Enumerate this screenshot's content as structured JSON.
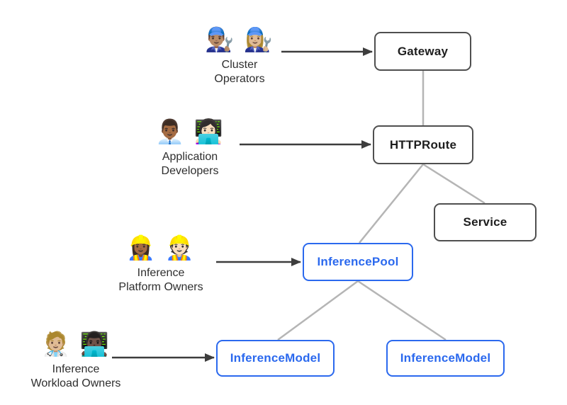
{
  "personas": [
    {
      "id": "cluster-operators",
      "emojis": "👨🏽‍🔧 👩🏼‍🔧",
      "label": "Cluster\nOperators"
    },
    {
      "id": "application-developers",
      "emojis": "👨🏾‍💼 👩🏻‍💻",
      "label": "Application\nDevelopers"
    },
    {
      "id": "inference-platform-owners",
      "emojis": "👷🏾‍♀️ 👷🏻",
      "label": "Inference\nPlatform Owners"
    },
    {
      "id": "inference-workload-owners",
      "emojis": "🧑🏼‍⚕️ 👨🏿‍💻",
      "label": "Inference\nWorkload Owners"
    }
  ],
  "nodes": [
    {
      "id": "gateway",
      "label": "Gateway",
      "style": "standard"
    },
    {
      "id": "httproute",
      "label": "HTTPRoute",
      "style": "standard"
    },
    {
      "id": "service",
      "label": "Service",
      "style": "standard"
    },
    {
      "id": "inferencepool",
      "label": "InferencePool",
      "style": "blue"
    },
    {
      "id": "inferencemodel-left",
      "label": "InferenceModel",
      "style": "blue"
    },
    {
      "id": "inferencemodel-right",
      "label": "InferenceModel",
      "style": "blue"
    }
  ],
  "edges": [
    {
      "from": "gateway",
      "to": "httproute"
    },
    {
      "from": "httproute",
      "to": "service"
    },
    {
      "from": "httproute",
      "to": "inferencepool"
    },
    {
      "from": "inferencepool",
      "to": "inferencemodel-left"
    },
    {
      "from": "inferencepool",
      "to": "inferencemodel-right"
    }
  ],
  "persona_arrows": [
    {
      "from": "cluster-operators",
      "to": "gateway"
    },
    {
      "from": "application-developers",
      "to": "httproute"
    },
    {
      "from": "inference-platform-owners",
      "to": "inferencepool"
    },
    {
      "from": "inference-workload-owners",
      "to": "inferencemodel-left"
    }
  ],
  "colors": {
    "standard_border": "#4f4f4f",
    "standard_text": "#1e1e1e",
    "inference_blue": "#2b69ee",
    "connector_gray": "#b5b5b5",
    "arrow_dark": "#3d3d3d",
    "background": "#ffffff"
  }
}
